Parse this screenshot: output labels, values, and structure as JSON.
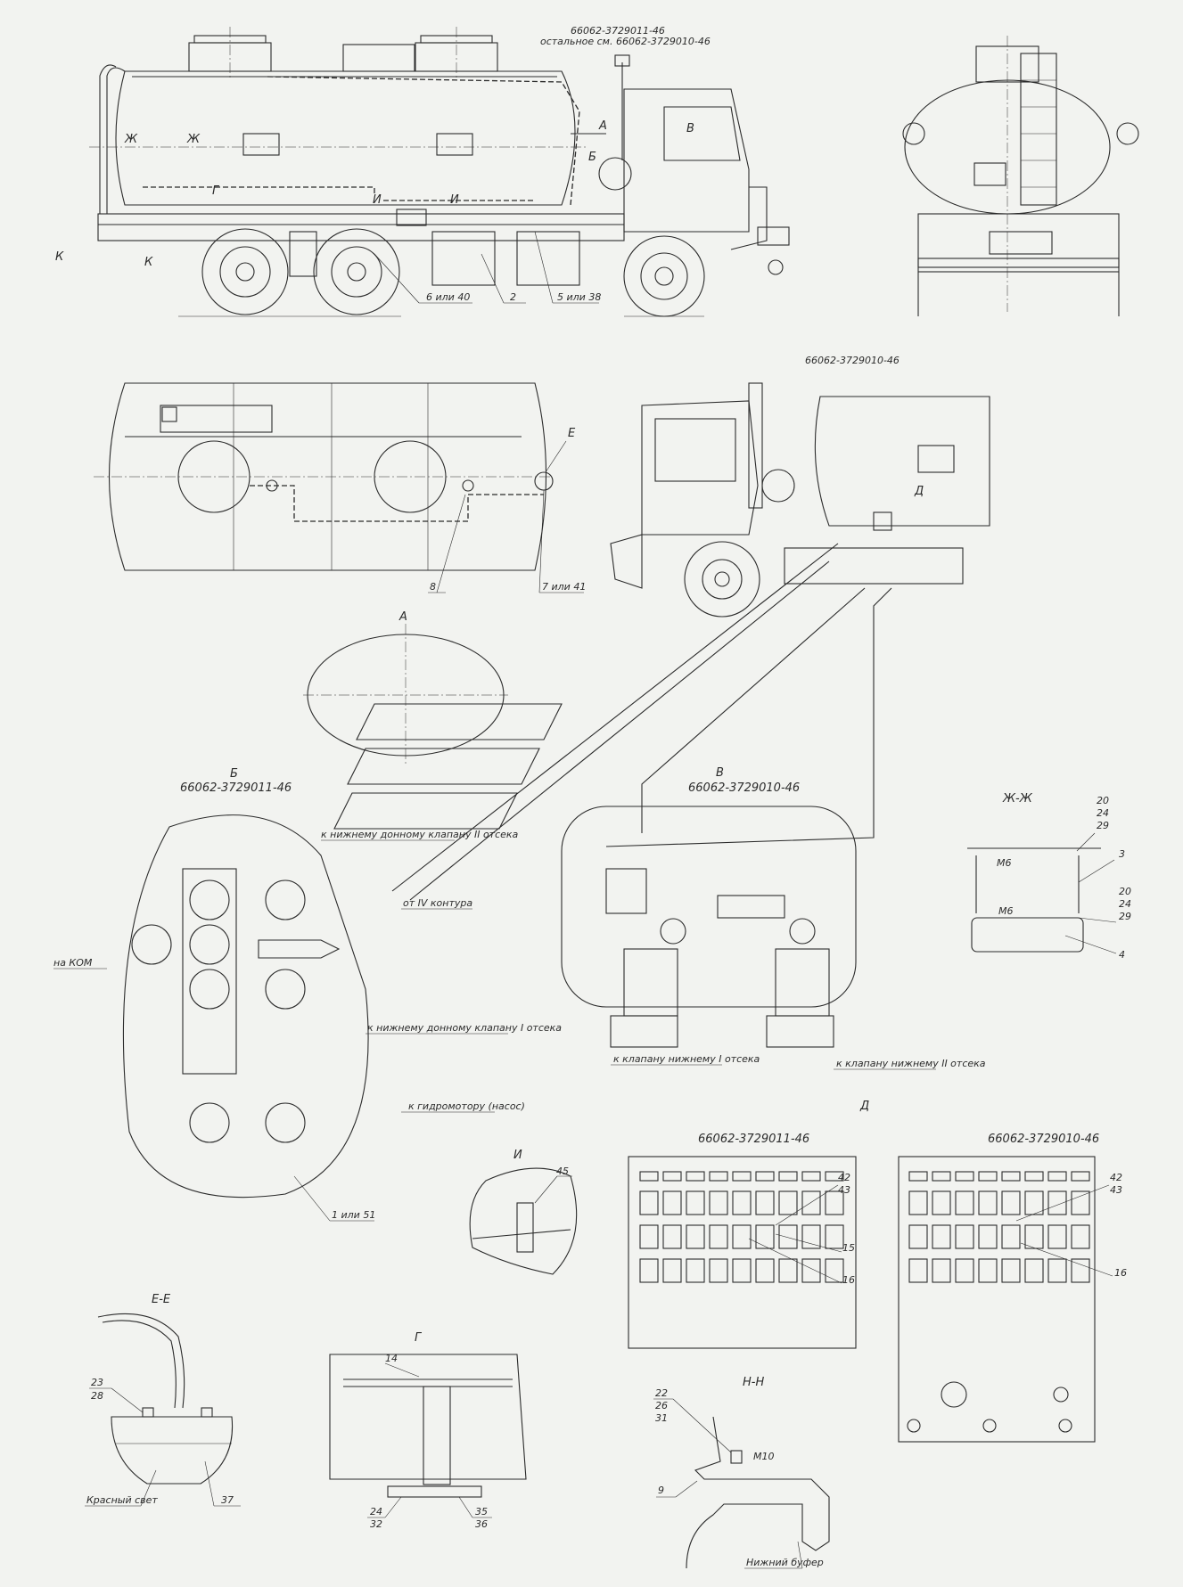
{
  "drawing": {
    "top_note_1": "66062-3729011-46",
    "top_note_2": "остальное см. 66062-3729010-46",
    "plan_note": "66062-3729010-46"
  },
  "section_markers": {
    "A": "А",
    "B": "Б",
    "V": "В",
    "G": "Г",
    "I": "И",
    "Zh": "Ж",
    "K": "К",
    "E": "Е",
    "D": "Д"
  },
  "callouts": {
    "c1": "6 или 40",
    "c2": "2",
    "c3": "5 или 38",
    "c4": "8",
    "c5": "7 или 41"
  },
  "detail_A": {
    "title": "А"
  },
  "detail_B": {
    "title": "Б",
    "subtitle": "66062-3729011-46",
    "label_1": "к нижнему донному клапану II отсека",
    "label_2": "от IV контура",
    "label_3": "на КОМ",
    "label_4": "к нижнему донному клапану I отсека",
    "label_5": "к гидромотору (насос)",
    "callout": "1 или 51"
  },
  "detail_V": {
    "title": "В",
    "subtitle": "66062-3729010-46",
    "label_1": "к клапану нижнему I отсека",
    "label_2": "к клапану нижнему II отсека"
  },
  "section_ZhZh": {
    "title": "Ж-Ж",
    "m1": "М6",
    "m2": "М6",
    "n1": "20",
    "n2": "24",
    "n3": "29",
    "n4": "3",
    "n5": "20",
    "n6": "24",
    "n7": "29",
    "n8": "4"
  },
  "detail_I": {
    "title": "И",
    "callout": "45"
  },
  "detail_D": {
    "title": "Д",
    "panel_1": "66062-3729011-46",
    "panel_2": "66062-3729010-46",
    "p1_c1": "42",
    "p1_c2": "43",
    "p1_c3": "15",
    "p1_c4": "16",
    "p2_c1": "42",
    "p2_c2": "43",
    "p2_c3": "16"
  },
  "section_EE": {
    "title": "Е-Е",
    "c1": "23",
    "c2": "28",
    "c3": "37",
    "label": "Красный свет"
  },
  "detail_G": {
    "title": "Г",
    "c1": "14",
    "c2": "24",
    "c3": "32",
    "c4": "35",
    "c5": "36"
  },
  "section_HH": {
    "title": "Н-Н",
    "c1": "22",
    "c2": "26",
    "c3": "31",
    "c4": "М10",
    "c5": "9",
    "label": "Нижний буфер"
  }
}
